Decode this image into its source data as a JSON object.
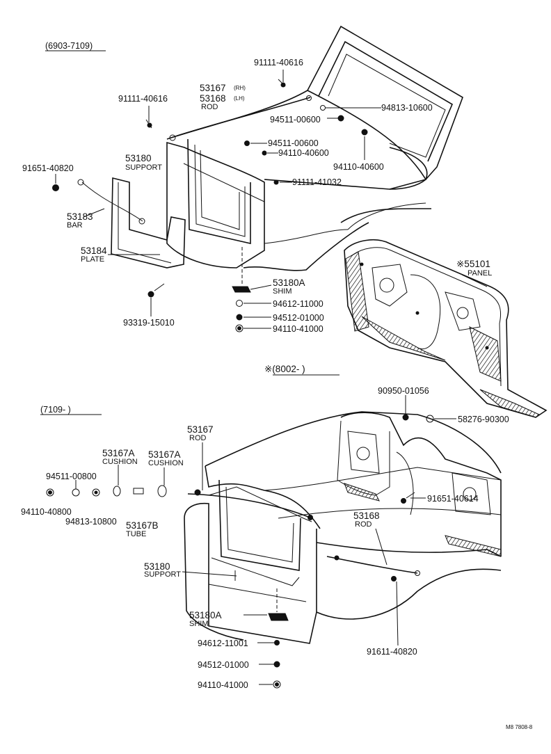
{
  "sections": {
    "top": "(6903-7109)",
    "bottom": "(7109-        )",
    "panel_range": "※(8002-        )"
  },
  "top_parts": {
    "p91111_40616_a": "91111-40616",
    "p91111_40616_b": "91111-40616",
    "p53167": "53167",
    "p53167_sub": "(RH)",
    "p53168": "53168",
    "p53168_sub": "(LH)",
    "rod": "ROD",
    "p94813_10600": "94813-10600",
    "p94511_00600_a": "94511-00600",
    "p94511_00600_b": "94511-00600",
    "p94110_40600_a": "94110-40600",
    "p94110_40600_b": "94110-40600",
    "p53180": "53180",
    "support": "SUPPORT",
    "p91651_40820": "91651-40820",
    "p91111_41032": "91111-41032",
    "p53183": "53183",
    "bar": "BAR",
    "p53184": "53184",
    "plate": "PLATE",
    "p53180A": "53180A",
    "shim": "SHIM",
    "p94612_11000": "94612-11000",
    "p94512_01000": "94512-01000",
    "p94110_41000": "94110-41000",
    "p93319_15010": "93319-15010"
  },
  "panel": {
    "p55101": "※55101",
    "panel": "PANEL"
  },
  "bottom_parts": {
    "p90950_01056": "90950-01056",
    "p58276_90300": "58276-90300",
    "p53167": "53167",
    "rod_a": "ROD",
    "p53167A_a": "53167A",
    "cushion_a": "CUSHION",
    "p53167A_b": "53167A",
    "cushion_b": "CUSHION",
    "p94511_00800": "94511-00800",
    "p94110_40800": "94110-40800",
    "p94813_10800": "94813-10800",
    "p53167B": "53167B",
    "tube": "TUBE",
    "p91651_40614": "91651-40614",
    "p53168": "53168",
    "rod_b": "ROD",
    "p53180": "53180",
    "support": "SUPPORT",
    "p53180A": "53180A",
    "shim": "SHIM",
    "p94612_11001": "94612-11001",
    "p94512_01000": "94512-01000",
    "p94110_41000": "94110-41000",
    "p91611_40820": "91611-40820"
  },
  "footer": {
    "code": "M8  7808-8"
  }
}
